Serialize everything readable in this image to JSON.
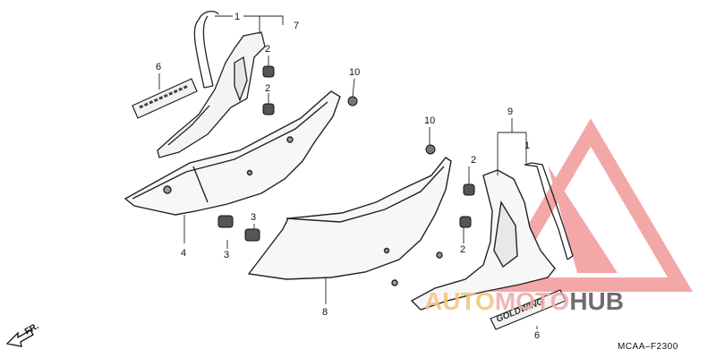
{
  "diagram": {
    "part_code": "MCAA–F2300",
    "direction_label": "FR.",
    "callouts": [
      "1",
      "7",
      "2",
      "2",
      "6",
      "10",
      "10",
      "9",
      "1",
      "2",
      "2",
      "3",
      "3",
      "4",
      "8",
      "6"
    ],
    "emblem_text": "GOLDWING"
  },
  "watermark": {
    "part1": "AUTO",
    "part2": "MOTO",
    "part3": "HUB",
    "colors": {
      "triangle": "#f08a8a",
      "auto": "#f4c27a",
      "moto": "#f3a7a7",
      "hub": "#555555"
    }
  }
}
